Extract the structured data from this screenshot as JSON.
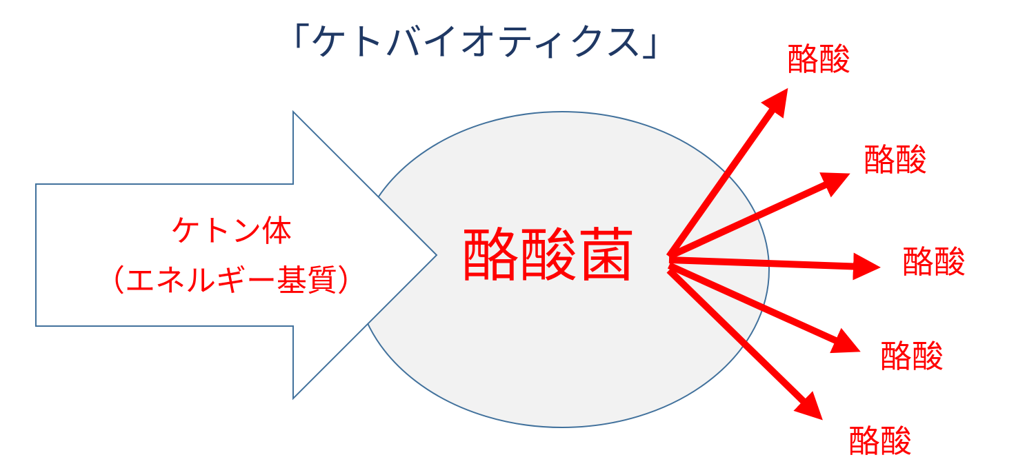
{
  "title": "「ケトバイオティクス」",
  "input": {
    "line1": "ケトン体",
    "line2": "（エネルギー基質）"
  },
  "center": "酪酸菌",
  "outputs": [
    "酪酸",
    "酪酸",
    "酪酸",
    "酪酸",
    "酪酸"
  ],
  "colors": {
    "title": "#1f3864",
    "text": "#ff0000",
    "arrows": "#ff0000",
    "ellipse_fill": "#f2f2f2",
    "outline": "#41719c"
  }
}
